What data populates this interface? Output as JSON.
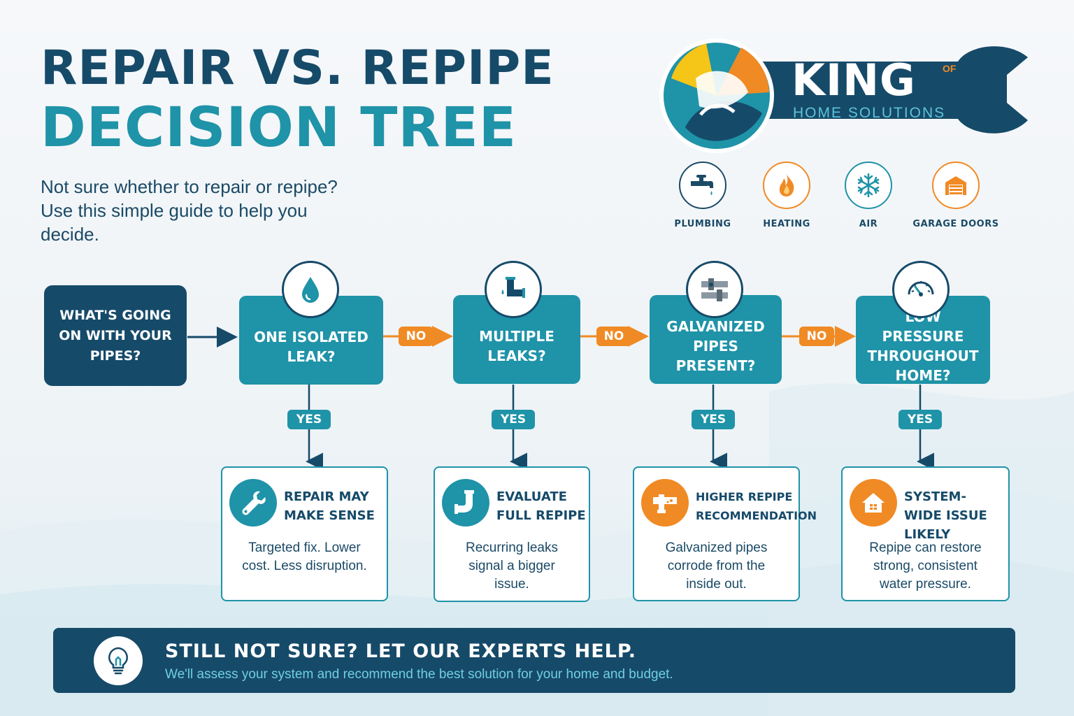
{
  "title": {
    "line1": "REPAIR VS. REPIPE",
    "line2": "DECISION TREE"
  },
  "subtitle": "Not sure whether to repair or repipe? Use this simple guide to help you decide.",
  "brand": {
    "name": "KING",
    "of": "OF",
    "tagline": "HOME SOLUTIONS"
  },
  "services": [
    {
      "label": "PLUMBING",
      "icon": "faucet-icon"
    },
    {
      "label": "HEATING",
      "icon": "flame-icon"
    },
    {
      "label": "AIR",
      "icon": "snowflake-icon"
    },
    {
      "label": "GARAGE DOORS",
      "icon": "garage-door-icon"
    }
  ],
  "colors": {
    "navy": "#164a69",
    "teal": "#1f93a8",
    "orange": "#f08a24",
    "light_teal": "#6fcfe2"
  },
  "flow": {
    "start": "WHAT'S GOING ON WITH YOUR PIPES?",
    "no_label": "NO",
    "yes_label": "YES",
    "questions": [
      {
        "text": "ONE ISOLATED LEAK?",
        "icon": "water-drop-icon"
      },
      {
        "text": "MULTIPLE LEAKS?",
        "icon": "pipe-fitting-icon"
      },
      {
        "text": "GALVANIZED PIPES PRESENT?",
        "icon": "galvanized-pipe-icon"
      },
      {
        "text": "LOW PRESSURE THROUGHOUT HOME?",
        "icon": "pressure-gauge-icon"
      }
    ],
    "outcomes": [
      {
        "title": "REPAIR MAY MAKE SENSE",
        "text": "Targeted fix. Lower cost. Less disruption.",
        "icon": "wrench-icon"
      },
      {
        "title": "EVALUATE FULL REPIPE",
        "text": "Recurring leaks signal a bigger issue.",
        "icon": "pipe-elbow-icon"
      },
      {
        "title": "HIGHER REPIPE RECOMMENDATION",
        "text": "Galvanized pipes corrode from the inside out.",
        "icon": "corroded-pipe-icon"
      },
      {
        "title": "SYSTEM-WIDE ISSUE LIKELY",
        "text": "Repipe can restore strong, consistent water pressure.",
        "icon": "house-icon"
      }
    ]
  },
  "cta": {
    "headline": "STILL NOT SURE? LET OUR EXPERTS HELP.",
    "text": "We'll assess your system and recommend the best solution for your home and budget.",
    "icon": "lightbulb-icon"
  }
}
